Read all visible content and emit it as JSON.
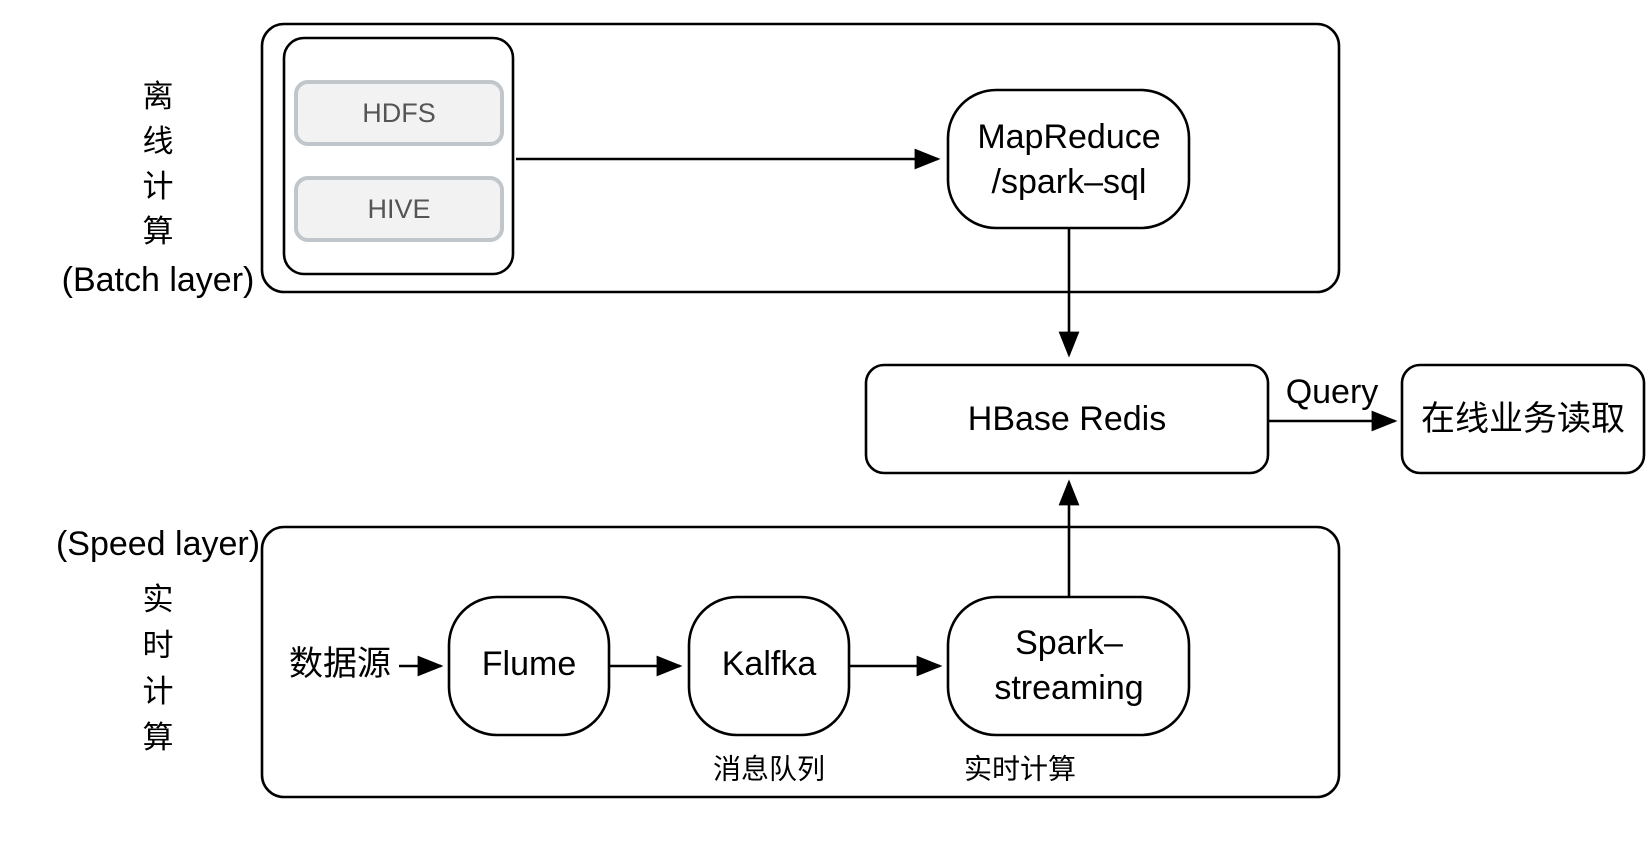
{
  "diagram": {
    "title": "Lambda architecture data pipeline",
    "colors": {
      "stroke": "#000000",
      "background": "#ffffff",
      "storage_fill": "#f2f2f2",
      "storage_stroke": "#c0c6ca",
      "storage_text": "#555555"
    },
    "batch_layer": {
      "side_label_cn": "离线计算",
      "side_label_chars": [
        "离",
        "线",
        "计",
        "算"
      ],
      "side_label_en": "(Batch layer)",
      "storage_group": {
        "items": [
          {
            "label": "HDFS"
          },
          {
            "label": "HIVE"
          }
        ]
      },
      "processor": {
        "line1": "MapReduce",
        "line2": "/spark–sql"
      }
    },
    "serving": {
      "store": {
        "label": "HBase Redis"
      },
      "query_edge_label": "Query",
      "consumer": {
        "label": "在线业务读取"
      }
    },
    "speed_layer": {
      "side_label_en": "(Speed layer)",
      "side_label_cn": "实时计算",
      "side_label_chars": [
        "实",
        "时",
        "计",
        "算"
      ],
      "source_label": "数据源",
      "nodes": [
        {
          "label": "Flume",
          "caption": ""
        },
        {
          "label": "Kalfka",
          "caption": "消息队列"
        },
        {
          "label_line1": "Spark–",
          "label_line2": "streaming",
          "caption": "实时计算"
        }
      ]
    }
  }
}
